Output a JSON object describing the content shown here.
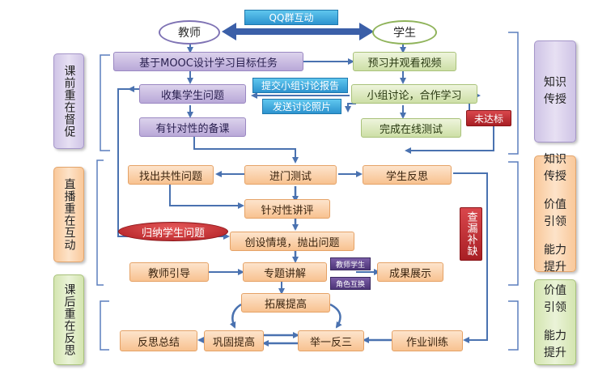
{
  "qq_interaction": "QQ群互动",
  "teacher": "教师",
  "student": "学生",
  "pre_class": {
    "label": "课前重在督促",
    "boxes": {
      "mooc_task": "基于MOOC设计学习目标任务",
      "preview": "预习并观看视频",
      "collect": "收集学生问题",
      "group_discuss": "小组讨论，合作学习",
      "targeted_prep": "有针对性的备课",
      "online_test": "完成在线测试"
    },
    "arrows": {
      "submit_report": "提交小组讨论报告",
      "send_photos": "发送讨论照片",
      "not_met": "未达标"
    }
  },
  "live": {
    "label": "直播重在互动",
    "boxes": {
      "common_problems": "找出共性问题",
      "entry_test": "进门测试",
      "reflection": "学生反思",
      "targeted_review": "针对性讲评",
      "summarize": "归纳学生问题",
      "scenario": "创设情境，抛出问题",
      "teacher_guide": "教师引导",
      "topic_lecture": "专题讲解",
      "teacher_student": "教师学生",
      "role_swap": "角色互换",
      "results": "成果展示",
      "extension": "拓展提高",
      "check_gaps": "查漏补缺"
    }
  },
  "post_class": {
    "label": "课后重在反思",
    "boxes": {
      "reflect_summary": "反思总结",
      "consolidate": "巩固提高",
      "draw_inferences": "举一反三",
      "homework": "作业训练"
    }
  },
  "right_labels": {
    "r1": [
      "知识",
      "传授"
    ],
    "r2": [
      "知识",
      "传授",
      "价值",
      "引领",
      "能力",
      "提升"
    ],
    "r3": [
      "价值",
      "引领",
      "能力",
      "提升"
    ]
  },
  "colors": {
    "purple": "#b9a8d8",
    "green": "#cddfa6",
    "orange": "#f8c290",
    "blue": "#2d93cf",
    "red": "#a81f24",
    "arrow": "#4a72b0",
    "bracket": "#5b7fbd"
  }
}
